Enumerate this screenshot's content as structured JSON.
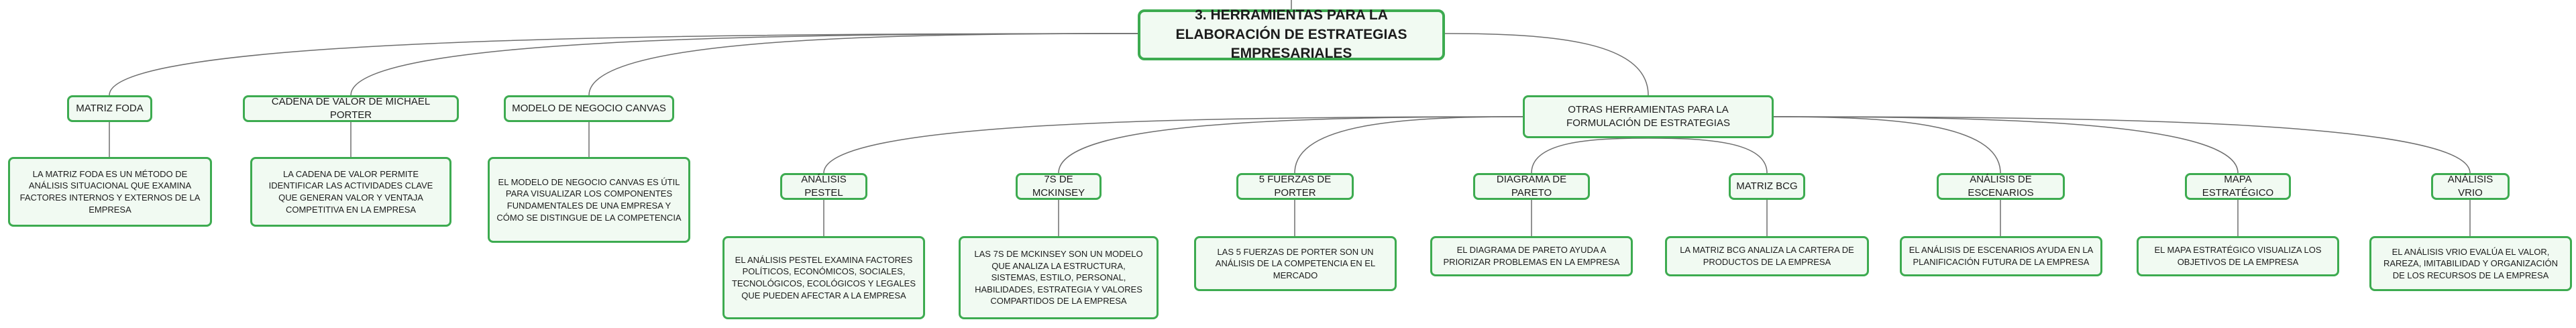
{
  "root": {
    "label": "3. HERRAMIENTAS PARA LA ELABORACIÓN DE ESTRATEGIAS EMPRESARIALES"
  },
  "branches": [
    {
      "label": "MATRIZ FODA",
      "desc": "LA MATRIZ FODA ES UN MÉTODO DE ANÁLISIS SITUACIONAL QUE EXAMINA FACTORES INTERNOS Y EXTERNOS DE LA EMPRESA"
    },
    {
      "label": "CADENA DE VALOR DE MICHAEL PORTER",
      "desc": "LA CADENA DE VALOR PERMITE IDENTIFICAR LAS ACTIVIDADES CLAVE QUE GENERAN VALOR Y VENTAJA COMPETITIVA EN LA EMPRESA"
    },
    {
      "label": "MODELO DE NEGOCIO CANVAS",
      "desc": "EL MODELO DE NEGOCIO CANVAS ES ÚTIL PARA VISUALIZAR LOS COMPONENTES FUNDAMENTALES DE UNA EMPRESA Y CÓMO SE DISTINGUE DE LA COMPETENCIA"
    },
    {
      "label": "OTRAS HERRAMIENTAS PARA LA FORMULACIÓN DE ESTRATEGIAS"
    }
  ],
  "others": [
    {
      "label": "ANÁLISIS PESTEL",
      "desc": "EL ANÁLISIS PESTEL EXAMINA FACTORES POLÍTICOS, ECONÓMICOS, SOCIALES, TECNOLÓGICOS, ECOLÓGICOS Y LEGALES QUE PUEDEN AFECTAR A LA EMPRESA"
    },
    {
      "label": "7S DE MCKINSEY",
      "desc": "LAS 7S DE MCKINSEY SON UN MODELO QUE ANALIZA LA ESTRUCTURA, SISTEMAS, ESTILO, PERSONAL, HABILIDADES, ESTRATEGIA Y VALORES COMPARTIDOS DE LA EMPRESA"
    },
    {
      "label": "5 FUERZAS DE PORTER",
      "desc": "LAS 5 FUERZAS DE PORTER SON UN ANÁLISIS DE LA COMPETENCIA EN EL MERCADO"
    },
    {
      "label": "DIAGRAMA DE PARETO",
      "desc": "EL DIAGRAMA DE PARETO AYUDA A PRIORIZAR PROBLEMAS EN LA EMPRESA"
    },
    {
      "label": "MATRIZ BCG",
      "desc": "LA MATRIZ BCG ANALIZA LA CARTERA DE PRODUCTOS DE LA EMPRESA"
    },
    {
      "label": "ANÁLISIS DE ESCENARIOS",
      "desc": "EL ANÁLISIS DE ESCENARIOS AYUDA EN LA PLANIFICACIÓN FUTURA DE LA EMPRESA"
    },
    {
      "label": "MAPA ESTRATÉGICO",
      "desc": "EL MAPA ESTRATÉGICO VISUALIZA LOS OBJETIVOS DE LA EMPRESA"
    },
    {
      "label": "ANÁLISIS VRIO",
      "desc": "EL ANÁLISIS VRIO EVALÚA EL VALOR, RAREZA, IMITABILIDAD Y ORGANIZACIÓN DE LOS RECURSOS DE LA EMPRESA"
    }
  ],
  "colors": {
    "border": "#3dab50",
    "fill": "#f1faf2",
    "line": "#6e6e6e"
  }
}
